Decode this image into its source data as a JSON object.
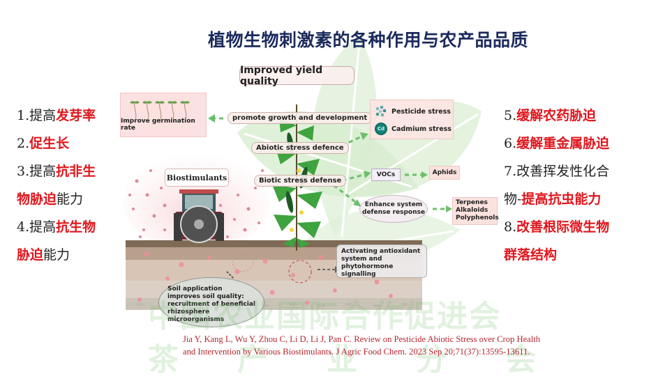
{
  "title": "植物生物刺激素的各种作用与农产品品质",
  "watermark": {
    "line1": "中国农业国际合作促进会",
    "line2": [
      "茶",
      "产",
      "业",
      "分",
      "会"
    ]
  },
  "colors": {
    "title": "#1b2a5c",
    "highlight_red": "#e0161d",
    "citation_red": "#b3262f",
    "arrow_green": "#5cb85c",
    "watermark_green": "#78be6e"
  },
  "left_list": [
    {
      "parts": [
        {
          "text": "1.提高",
          "style": "normal"
        },
        {
          "text": "发芽率",
          "style": "red"
        }
      ]
    },
    {
      "parts": [
        {
          "text": "2.",
          "style": "normal"
        },
        {
          "text": "促生长",
          "style": "red"
        }
      ]
    },
    {
      "parts": [
        {
          "text": "3.提高",
          "style": "normal"
        },
        {
          "text": "抗非生",
          "style": "red"
        }
      ]
    },
    {
      "parts": [
        {
          "text": "物胁迫",
          "style": "red"
        },
        {
          "text": "能力",
          "style": "normal"
        }
      ]
    },
    {
      "parts": [
        {
          "text": "4.提高",
          "style": "normal"
        },
        {
          "text": "抗生物",
          "style": "red"
        }
      ]
    },
    {
      "parts": [
        {
          "text": "胁迫",
          "style": "red"
        },
        {
          "text": "能力",
          "style": "normal"
        }
      ]
    }
  ],
  "right_list": [
    {
      "parts": [
        {
          "text": "5.",
          "style": "normal"
        },
        {
          "text": "缓解农药胁迫",
          "style": "red"
        }
      ]
    },
    {
      "parts": [
        {
          "text": "6.",
          "style": "normal"
        },
        {
          "text": "缓解重金属胁迫",
          "style": "red"
        }
      ]
    },
    {
      "parts": [
        {
          "text": "7.改善挥发性化合",
          "style": "normal"
        }
      ]
    },
    {
      "parts": [
        {
          "text": "物-",
          "style": "normal"
        },
        {
          "text": "提高抗虫能力",
          "style": "red"
        }
      ]
    },
    {
      "parts": [
        {
          "text": "8.",
          "style": "normal"
        },
        {
          "text": "改善根际微生物",
          "style": "red"
        }
      ]
    },
    {
      "parts": [
        {
          "text": "群落结构",
          "style": "red"
        }
      ]
    }
  ],
  "diagram": {
    "improved_yield_quality": "Improved yield quality",
    "germination": "Improve germination rate",
    "promote_growth": "promote growth and development",
    "abiotic": "Abiotic stress defence",
    "biotic": "Biotic stress defense",
    "biostimulants": "Biostimulants",
    "pesticide_stress": "Pesticide stress",
    "cadmium_stress": "Cadmium stress",
    "cd_icon_label": "Cd",
    "vocs": "VOCs",
    "aphids": "Aphids",
    "enhance_line1": "Enhance system",
    "enhance_line2": "defense response",
    "terpenes": "Terpenes",
    "alkaloids": "Alkaloids",
    "polyphenols": "Polyphenols",
    "antiox_line1": "Activating antioxidant",
    "antiox_line2": "system and phytohormone",
    "antiox_line3": "signalling",
    "soil_line1": "Soil application",
    "soil_line2": "improves soil quality:",
    "soil_line3": "recruitment of beneficial",
    "soil_line4": "rhizosphere microorganisms"
  },
  "citation": {
    "line1": "Jia Y, Kang L, Wu Y, Zhou C, Li D, Li J, Pan C. Review on Pesticide Abiotic Stress over Crop Health",
    "line2": "and Intervention by Various Biostimulants. J Agric Food Chem. 2023 Sep 20;71(37):13595-13611."
  }
}
